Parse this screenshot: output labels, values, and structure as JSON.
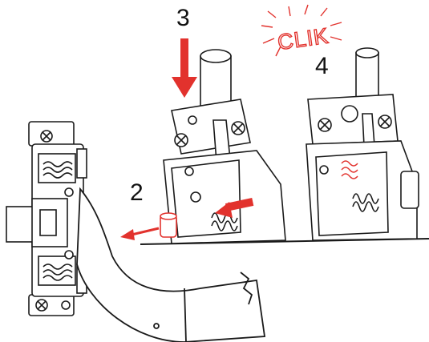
{
  "labels": {
    "step_2": "2",
    "step_3": "3",
    "step_4": "4",
    "click_sound": "CLIK"
  },
  "colors": {
    "accent": "#e2322d",
    "line": "#1a1a1a",
    "fill": "#ffffff"
  },
  "icons": [
    "down-arrow-icon",
    "left-arrow-icon"
  ]
}
